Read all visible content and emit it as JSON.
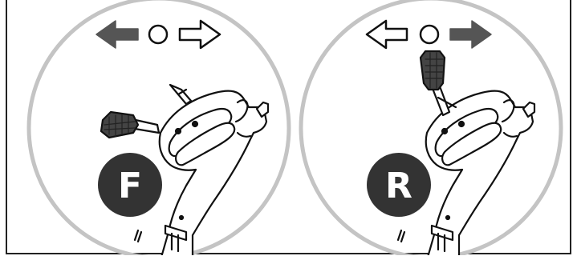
{
  "panels": [
    {
      "id": "forward",
      "badge_letter": "F",
      "direction_arrows": {
        "left": "filled",
        "right": "outline"
      },
      "lever_position": "forward"
    },
    {
      "id": "reverse",
      "badge_letter": "R",
      "direction_arrows": {
        "left": "outline",
        "right": "filled"
      },
      "lever_position": "reverse"
    }
  ],
  "colors": {
    "circle_ring": "#c4c4c4",
    "badge_fill": "#333333",
    "arrow_filled": "#555555",
    "line": "#111111",
    "frame": "#222222"
  },
  "icons": [
    "filled-arrow-icon",
    "outline-arrow-icon",
    "neutral-circle-icon",
    "handle-grip-illustration",
    "direction-lever"
  ]
}
